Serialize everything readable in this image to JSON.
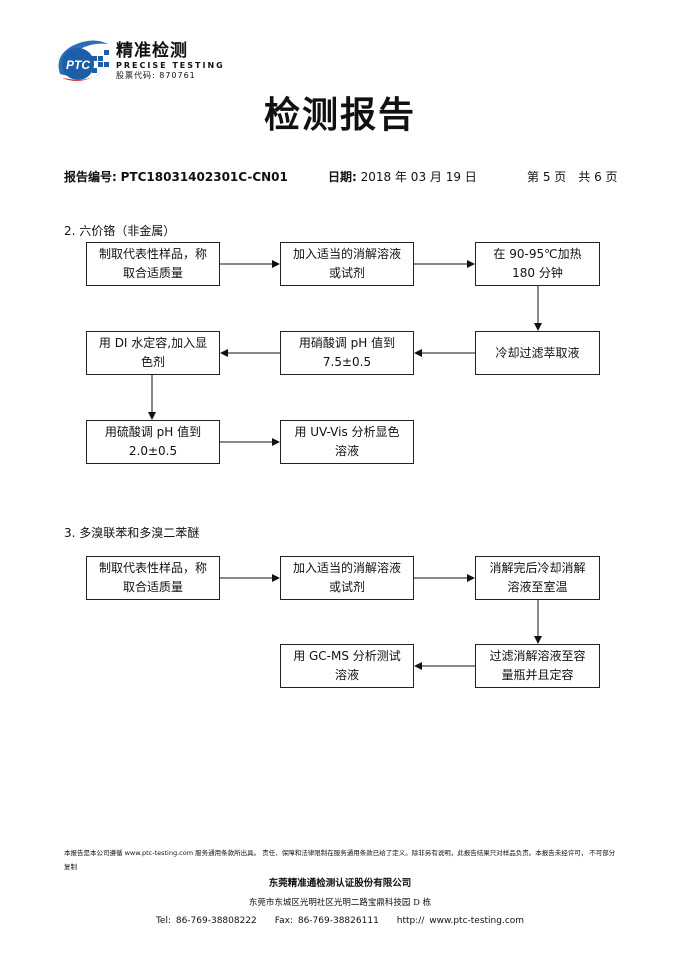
{
  "logo": {
    "emblem": "PTC",
    "name_cn": "精准检测",
    "name_en": "PRECISE TESTING",
    "stock": "股票代码: 870761"
  },
  "title": "检测报告",
  "meta": {
    "report_no_label": "报告编号:",
    "report_no": "PTC18031402301C-CN01",
    "date_label": "日期:",
    "date": "2018 年 03 月 19 日",
    "page": "第 5 页　共 6 页"
  },
  "section2": {
    "heading": "2.  六价铬（非金属）",
    "steps": [
      "制取代表性样品，称\n取合适质量",
      "加入适当的消解溶液\n或试剂",
      "在 90-95℃加热\n180 分钟",
      "冷却过滤萃取液",
      "用硝酸调 pH 值到\n7.5±0.5",
      "用 DI 水定容,加入显\n色剂",
      "用硫酸调 pH 值到\n2.0±0.5",
      "用 UV-Vis 分析显色\n溶液"
    ]
  },
  "section3": {
    "heading": "3.  多溴联苯和多溴二苯醚",
    "steps": [
      "制取代表性样品，称\n取合适质量",
      "加入适当的消解溶液\n或试剂",
      "消解完后冷却消解\n溶液至室温",
      "过滤消解溶液至容\n量瓶并且定容",
      "用 GC-MS 分析测试\n溶液"
    ]
  },
  "footer": {
    "note": "本报告是本公司遵循 www.ptc-testing.com 服务通用条款所出具。 责任、保障和法律限制在服务通用条款已给了定义。除非另有说明，此报告结果只对样品负责。本报告未经许可， 不可部分复制",
    "company": "东莞精准通检测认证股份有限公司",
    "address": "东莞市东城区光明社区光明二路宝鼎科技园 D 栋",
    "contact": "Tel: 86-769-38808222　　Fax: 86-769-38826111　　http:// www.ptc-testing.com"
  }
}
